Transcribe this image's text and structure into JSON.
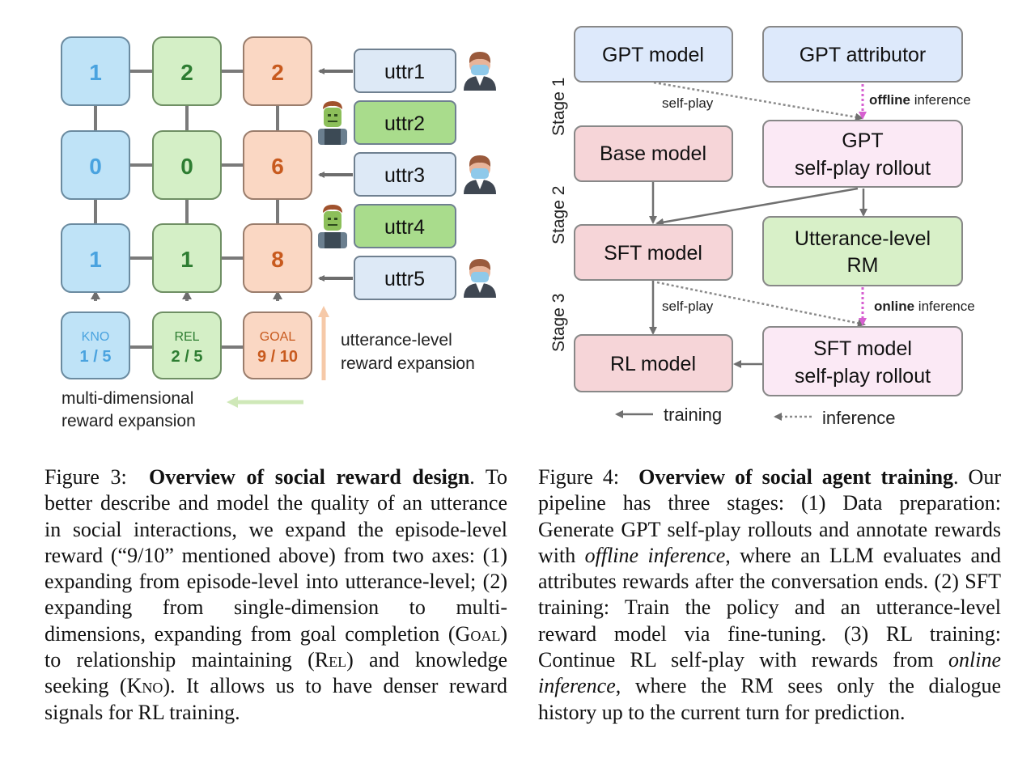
{
  "figure3": {
    "grid": {
      "columns": [
        {
          "name": "kno",
          "values": [
            "1",
            "0",
            "1"
          ],
          "color": "#4aa3df",
          "fill": "#bfe3f7",
          "stroke": "#6b8ba0"
        },
        {
          "name": "rel",
          "values": [
            "2",
            "0",
            "1"
          ],
          "color": "#2e7d32",
          "fill": "#d4efc6",
          "stroke": "#6f8f64"
        },
        {
          "name": "goal",
          "values": [
            "2",
            "6",
            "8"
          ],
          "color": "#c85a1e",
          "fill": "#fad7c3",
          "stroke": "#9a7d6c"
        }
      ],
      "episode_scores": [
        {
          "label": "KNO",
          "value": "1 / 5"
        },
        {
          "label": "REL",
          "value": "2 / 5"
        },
        {
          "label": "GOAL",
          "value": "9 / 10"
        }
      ]
    },
    "utterances": [
      {
        "label": "uttr1",
        "speaker": "agent"
      },
      {
        "label": "uttr2",
        "speaker": "partner"
      },
      {
        "label": "uttr3",
        "speaker": "agent"
      },
      {
        "label": "uttr4",
        "speaker": "partner"
      },
      {
        "label": "uttr5",
        "speaker": "agent"
      }
    ],
    "utterance_expansion_label": [
      "utterance-level",
      "reward expansion"
    ],
    "multidim_expansion_label": [
      "multi-dimensional",
      "reward expansion"
    ],
    "caption": {
      "number": "Figure 3:",
      "title": "Overview of social reward design",
      "p1": ". To better describe and model the quality of an utterance in social interactions, we expand the episode-level reward (“9/10” mentioned above) from two axes: (1) expanding from episode-level into utterance-level; (2) expanding from single-dimension to multi-dimensions, expanding from goal completion (",
      "goal": "Goal",
      "p2": ") to relationship maintaining (",
      "rel": "Rel",
      "p3": ") and knowledge seeking (",
      "kno": "Kno",
      "p4": "). It allows us to have denser reward signals for RL training."
    }
  },
  "figure4": {
    "stages": [
      "Stage 1",
      "Stage 2",
      "Stage 3"
    ],
    "nodes": {
      "gpt_model": [
        "GPT model"
      ],
      "gpt_attributor": [
        "GPT attributor"
      ],
      "gpt_rollout": [
        "GPT",
        "self-play rollout"
      ],
      "base_model": [
        "Base model"
      ],
      "sft_model": [
        "SFT model"
      ],
      "utterance_rm": [
        "Utterance-level",
        "RM"
      ],
      "rl_model": [
        "RL model"
      ],
      "sft_rollout": [
        "SFT model",
        "self-play rollout"
      ]
    },
    "edge_labels": {
      "self_play_1": "self-play",
      "self_play_2": "self-play",
      "offline": {
        "bold": "offline",
        "rest": " inference"
      },
      "online": {
        "bold": "online",
        "rest": " inference"
      }
    },
    "legend": {
      "training": "training",
      "inference": "inference"
    },
    "colors": {
      "blue": "#dde9fb",
      "red": "#f6d5d8",
      "pink": "#fbe9f5",
      "green": "#d8f0c8",
      "magenta": "#d65fd0"
    },
    "caption": {
      "number": "Figure 4:",
      "title": "Overview of social agent training",
      "p1": ". Our pipeline has three stages: (1) Data preparation: Generate GPT self-play rollouts and annotate rewards with ",
      "offline": "offline inference",
      "p2": ", where an LLM evaluates and attributes rewards after the conversation ends.  (2) SFT training: Train the policy and an utterance-level reward model via fine-tuning. (3) RL training: Continue RL self-play with rewards from ",
      "online": "online inference",
      "p3": ", where the RM sees only the dialogue history up to the current turn for prediction."
    }
  }
}
